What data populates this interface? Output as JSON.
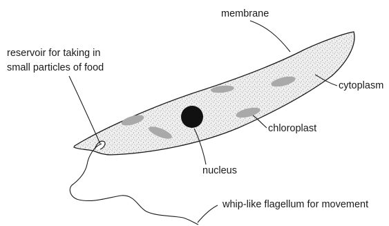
{
  "labels": {
    "membrane": "membrane",
    "reservoir_line1": "reservoir for taking in",
    "reservoir_line2": "small particles of food",
    "cytoplasm": "cytoplasm",
    "chloroplast": "chloroplast",
    "nucleus": "nucleus",
    "flagellum": "whip-like flagellum for movement"
  },
  "colors": {
    "ink": "#1a1a1a",
    "cytoplasm_fill": "#ededed",
    "chloroplast": "#a9a9a9",
    "nucleus": "#111111"
  }
}
